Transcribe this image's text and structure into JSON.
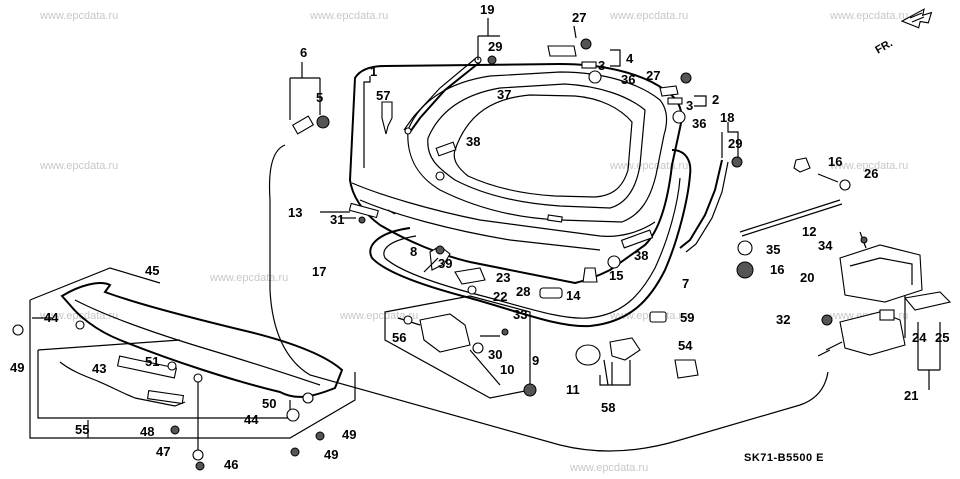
{
  "watermark": "www.epcdata.ru",
  "diagram_code": "SK71-B5500 E",
  "direction_label": "FR.",
  "callouts": [
    "1",
    "2",
    "3",
    "3",
    "4",
    "5",
    "6",
    "7",
    "8",
    "9",
    "10",
    "11",
    "12",
    "13",
    "14",
    "15",
    "16",
    "16",
    "17",
    "18",
    "19",
    "20",
    "21",
    "22",
    "23",
    "24",
    "25",
    "26",
    "27",
    "27",
    "28",
    "29",
    "29",
    "30",
    "31",
    "32",
    "33",
    "34",
    "35",
    "36",
    "36",
    "37",
    "38",
    "38",
    "39",
    "43",
    "44",
    "44",
    "45",
    "46",
    "47",
    "48",
    "49",
    "49",
    "49",
    "50",
    "51",
    "54",
    "55",
    "56",
    "57",
    "58",
    "59"
  ]
}
